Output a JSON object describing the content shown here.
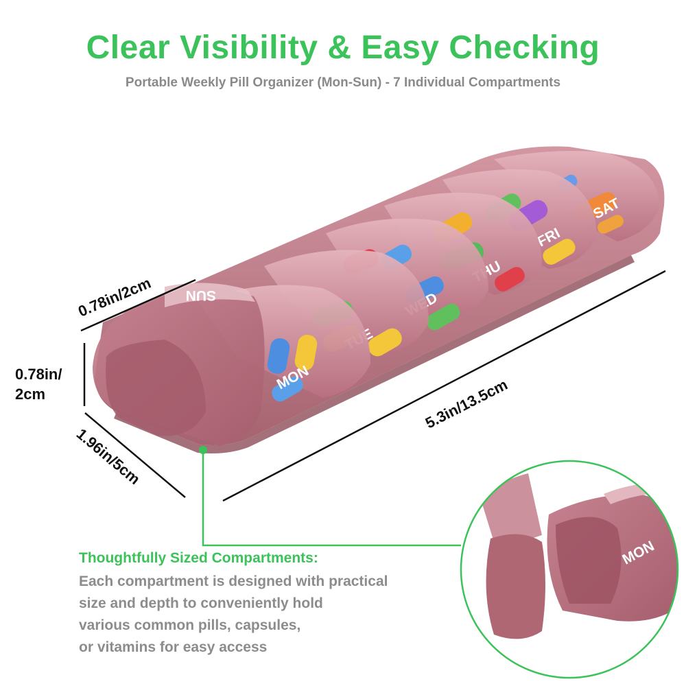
{
  "header": {
    "title": "Clear Visibility & Easy Checking",
    "subtitle": "Portable Weekly Pill Organizer (Mon-Sun) - 7 Individual Compartments"
  },
  "dimensions": {
    "top_width": "0.78in/2cm",
    "height_line1": "0.78in/",
    "height_line2": "2cm",
    "depth": "1.96in/5cm",
    "length": "5.3in/13.5cm"
  },
  "compartments": [
    "SUN",
    "MON",
    "TUE",
    "WED",
    "THU",
    "FRI",
    "SAT"
  ],
  "detail_label": "MON",
  "feature": {
    "title": "Thoughtfully Sized Compartments:",
    "lines": [
      "Each compartment is designed with practical",
      "size and depth to conveniently hold",
      "various common pills, capsules,",
      "or vitamins for easy access"
    ]
  },
  "colors": {
    "accent_green": "#3cc25a",
    "body_gray": "#8c8c8c",
    "case_rose": "#b9717e"
  }
}
